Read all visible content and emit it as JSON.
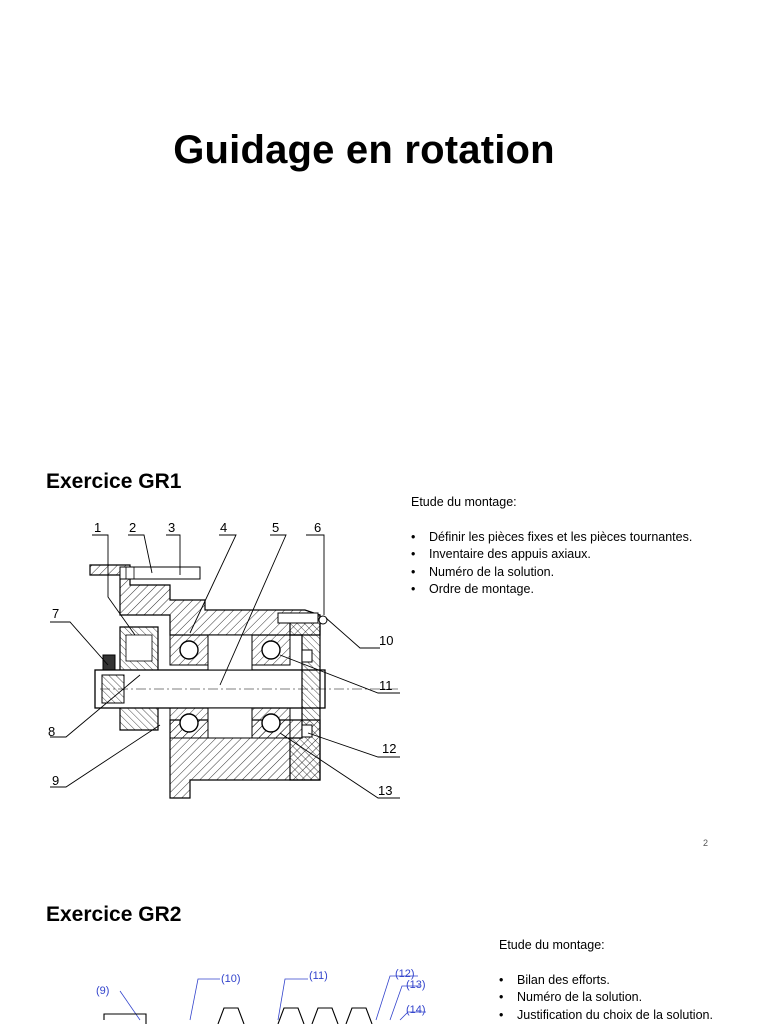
{
  "slide1": {
    "title": "Guidage en rotation"
  },
  "gr1": {
    "title": "Exercice GR1",
    "heading": "Etude du montage:",
    "items": [
      "Définir les pièces fixes et les pièces tournantes.",
      "Inventaire des appuis axiaux.",
      "Numéro de la solution.",
      "Ordre de montage."
    ],
    "callouts": [
      "1",
      "2",
      "3",
      "4",
      "5",
      "6",
      "7",
      "8",
      "9",
      "10",
      "11",
      "12",
      "13"
    ]
  },
  "page_number": "2",
  "gr2": {
    "title": "Exercice GR2",
    "heading": "Etude du montage:",
    "items": [
      "Bilan des efforts.",
      "Numéro de la solution.",
      "Justification du choix de la solution."
    ],
    "callouts": [
      "(9)",
      "(10)",
      "(11)",
      "(12)",
      "(13)",
      "(14)"
    ]
  }
}
